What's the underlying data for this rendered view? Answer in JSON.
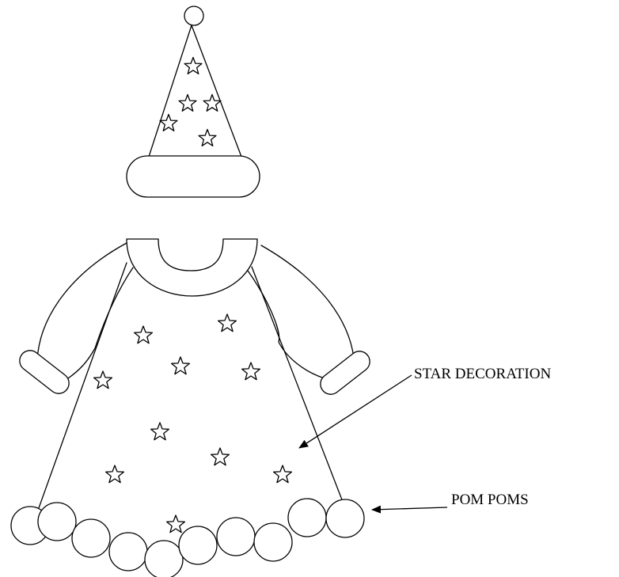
{
  "labels": {
    "star_decoration": "STAR DECORATION",
    "pom_poms": "POM POMS"
  },
  "colors": {
    "stroke": "#000000",
    "background": "#ffffff"
  },
  "icons": {
    "star": "star-outline-icon",
    "pom_pom": "circle-outline"
  }
}
